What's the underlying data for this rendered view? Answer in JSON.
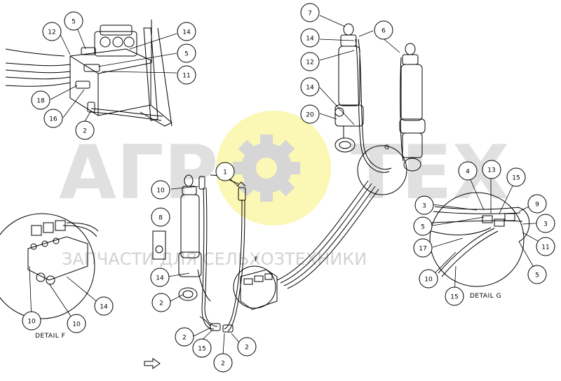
{
  "watermark": {
    "logo_text": "АГРОТЕХ",
    "tagline": "ЗАПЧАСТИ ДЛЯ СЕЛЬХОЗТЕХНИКИ",
    "gear_color": "#fbf7a8",
    "text_color": "#c8c8c8"
  },
  "details": {
    "f": "DETAIL F",
    "g": "DETAIL G",
    "f_marker": "F",
    "g_marker": "G"
  },
  "callouts": {
    "c1": "1",
    "c2a": "2",
    "c2b": "2",
    "c2c": "2",
    "c2d": "2",
    "c2e": "2",
    "c3a": "3",
    "c3b": "3",
    "c4": "4",
    "c5a": "5",
    "c5b": "5",
    "c5c": "5",
    "c5d": "5",
    "c6": "6",
    "c7": "7",
    "c8": "8",
    "c9": "9",
    "c10a": "10",
    "c10b": "10",
    "c10c": "10",
    "c10d": "10",
    "c11a": "11",
    "c11b": "11",
    "c12a": "12",
    "c12b": "12",
    "c13": "13",
    "c14a": "14",
    "c14b": "14",
    "c14c": "14",
    "c14d": "14",
    "c14e": "14",
    "c15a": "15",
    "c15b": "15",
    "c15c": "15",
    "c16": "16",
    "c17": "17",
    "c18": "18",
    "c20": "20"
  },
  "icons": {
    "view_arrow": "view-direction-arrow-icon"
  }
}
